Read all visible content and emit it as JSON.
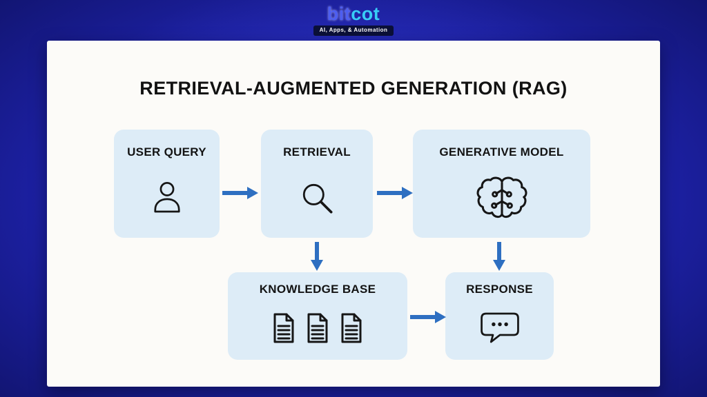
{
  "page": {
    "background_color": "#1e22ab",
    "card_color": "#fcfbf8",
    "node_fill_color": "#ddecf7",
    "arrow_color": "#2e6fc1",
    "text_color": "#121212"
  },
  "header": {
    "logo_part1": "bit",
    "logo_part2": "cot",
    "logo_part1_color": "#4d5ef2",
    "logo_part2_color": "#38cdf6",
    "tagline": "AI, Apps, & Automation",
    "tagline_bg_color": "#0b1038"
  },
  "diagram": {
    "title": "RETRIEVAL-AUGMENTED GENERATION (RAG)",
    "nodes": {
      "user_query": {
        "label": "USER QUERY",
        "icon": "person-icon"
      },
      "retrieval": {
        "label": "RETRIEVAL",
        "icon": "search-icon"
      },
      "generative_model": {
        "label": "GENERATIVE MODEL",
        "icon": "brain-icon"
      },
      "knowledge_base": {
        "label": "KNOWLEDGE BASE",
        "icon": "documents-icon"
      },
      "response": {
        "label": "RESPONSE",
        "icon": "chat-bubble-icon"
      }
    },
    "edges": [
      {
        "from": "user_query",
        "to": "retrieval"
      },
      {
        "from": "retrieval",
        "to": "generative_model"
      },
      {
        "from": "retrieval",
        "to": "knowledge_base"
      },
      {
        "from": "generative_model",
        "to": "response"
      },
      {
        "from": "knowledge_base",
        "to": "response"
      }
    ]
  }
}
